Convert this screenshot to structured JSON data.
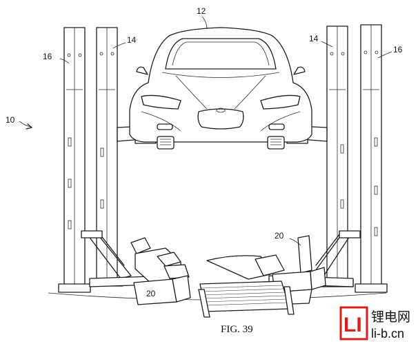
{
  "figure": {
    "caption": "FIG. 39",
    "refs": {
      "system": "10",
      "vehicle": "12",
      "post_inner": "14",
      "post_outer": "16",
      "module": "20"
    }
  },
  "watermark": {
    "logo": "LI",
    "chinese": "锂电网",
    "url": "li-b.cn"
  }
}
